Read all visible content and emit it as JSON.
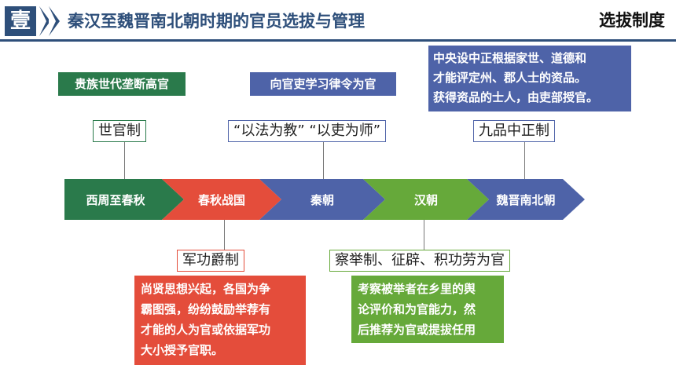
{
  "header": {
    "badge": "壹",
    "title": "秦汉至魏晋南北朝时期的官员选拔与管理",
    "section": "选拔制度"
  },
  "colors": {
    "navy": "#2e4f7a",
    "green": "#2a7a4b",
    "red": "#e44d3b",
    "blue": "#4e63a8",
    "lime": "#66a93a"
  },
  "timeline": [
    {
      "label": "西周至春秋"
    },
    {
      "label": "春秋战国"
    },
    {
      "label": "秦朝"
    },
    {
      "label": "汉朝"
    },
    {
      "label": "魏晋南北朝"
    }
  ],
  "callouts": {
    "zhou": {
      "note": "贵族世代垄断高官",
      "term": "世官制"
    },
    "qin": {
      "note": "向官吏学习律令为官",
      "term": "“以法为教”  “以吏为师”"
    },
    "wei": {
      "note_lines": [
        "中央设中正根据家世、道德和",
        "才能评定州、郡人士的资品。",
        "获得资品的士人，由吏部授官。"
      ],
      "term": "九品中正制"
    },
    "warring": {
      "term": "军功爵制",
      "note_lines": [
        "尚贤思想兴起，各国为争",
        "霸图强，纷纷鼓励举荐有",
        "才能的人为官或依据军功",
        "大小授予官职。"
      ]
    },
    "han": {
      "term": "察举制、征辟、积功劳为官",
      "note_lines": [
        "考察被举者在乡里的舆",
        "论评价和为官能力，然",
        "后推荐为官或提拔任用"
      ]
    }
  }
}
